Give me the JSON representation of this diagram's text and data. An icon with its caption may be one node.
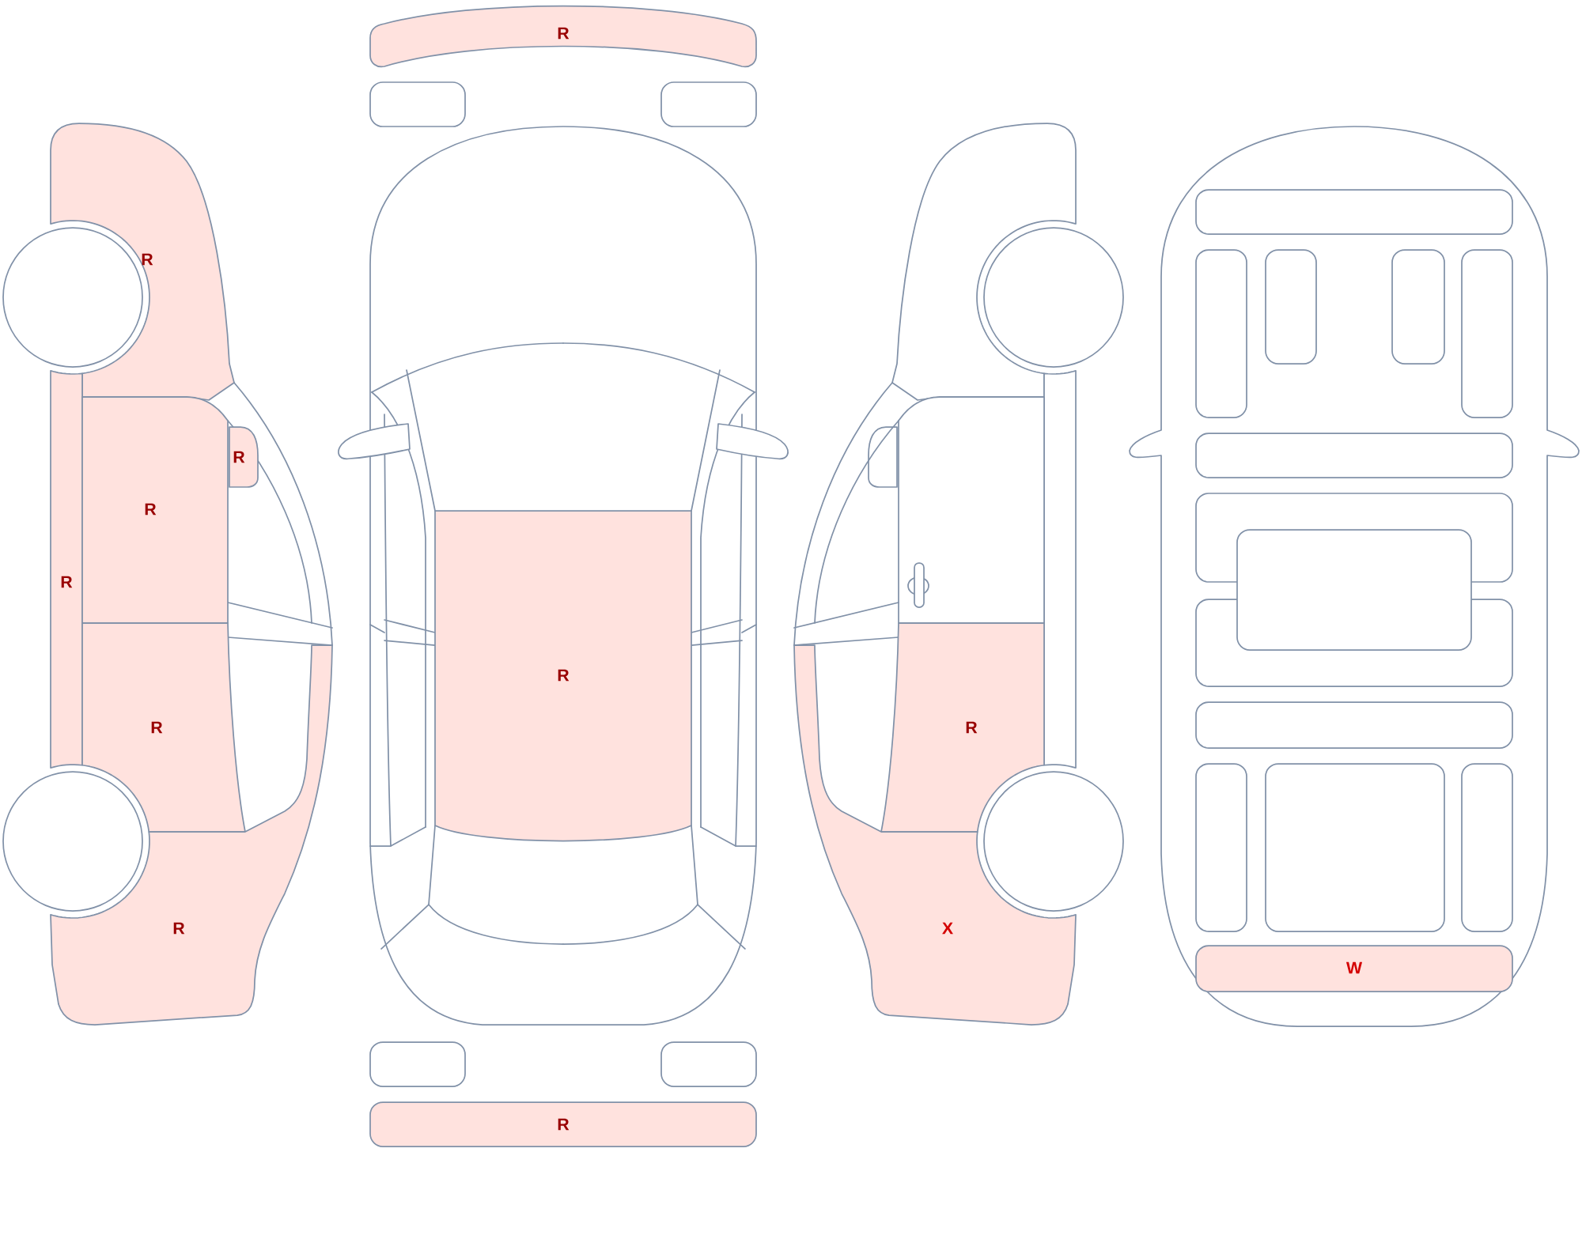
{
  "diagram": {
    "nodes": [
      {
        "text": [
          "R"
        ]
      },
      {
        "text": [
          "R"
        ]
      },
      {
        "text": [
          "R"
        ]
      },
      {
        "text": [
          "R"
        ]
      },
      {
        "text": [
          "R"
        ]
      },
      {
        "text": [
          "R"
        ]
      },
      {
        "text": [
          "R"
        ]
      },
      {
        "text": [
          "R"
        ]
      },
      {
        "text": [
          "R"
        ]
      },
      {
        "text": [
          "R"
        ]
      },
      {
        "text": [
          "X"
        ]
      },
      {
        "text": [
          "W"
        ]
      }
    ]
  }
}
